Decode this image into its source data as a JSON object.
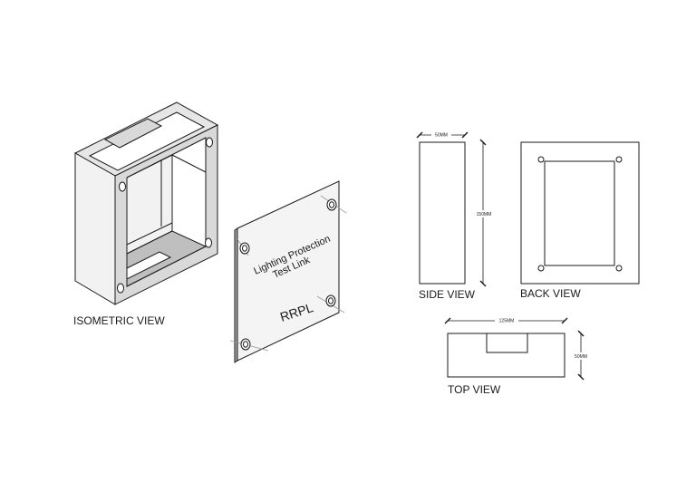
{
  "views": {
    "isometric": {
      "label": "ISOMETRIC VIEW"
    },
    "side": {
      "label": "SIDE VIEW",
      "width_dim": "50MM",
      "height_dim": "150MM"
    },
    "back": {
      "label": "BACK VIEW"
    },
    "top": {
      "label": "TOP VIEW",
      "width_dim": "125MM",
      "depth_dim": "50MM"
    }
  },
  "plate": {
    "line1": "Lighting Protection",
    "line2": "Test Link",
    "mark": "RRPL"
  }
}
